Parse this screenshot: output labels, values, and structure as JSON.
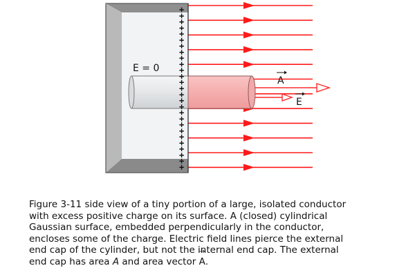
{
  "diagram": {
    "inside_field_label": "E = 0",
    "area_vector_label": "A",
    "field_vector_label": "E",
    "charge_symbol": "+",
    "charge_count": 27,
    "field_line_count": 12,
    "colors": {
      "field_line": "#ff1a1a",
      "conductor_frame": "#a8a8a8",
      "conductor_face": "#f1f3f5",
      "cylinder_inside": "#e3e5e7",
      "cylinder_outside": "#f6b5b5",
      "area_vector": "#ff2a2a"
    }
  },
  "caption": {
    "lines": [
      "Figure 3-11 side view of a tiny portion of a large, isolated conductor",
      "with excess positive charge on its surface. A (closed) cylindrical",
      "Gaussian surface, embedded perpendicularly in the conductor,",
      "encloses some of the charge. Electric field lines pierce the external",
      "end cap of the cylinder, but not the internal end cap. The external"
    ],
    "last_line": {
      "before_area": "end cap has area ",
      "area_symbol": "A",
      "middle": " and area vector ",
      "vector_symbol": "A",
      "end": "."
    }
  }
}
